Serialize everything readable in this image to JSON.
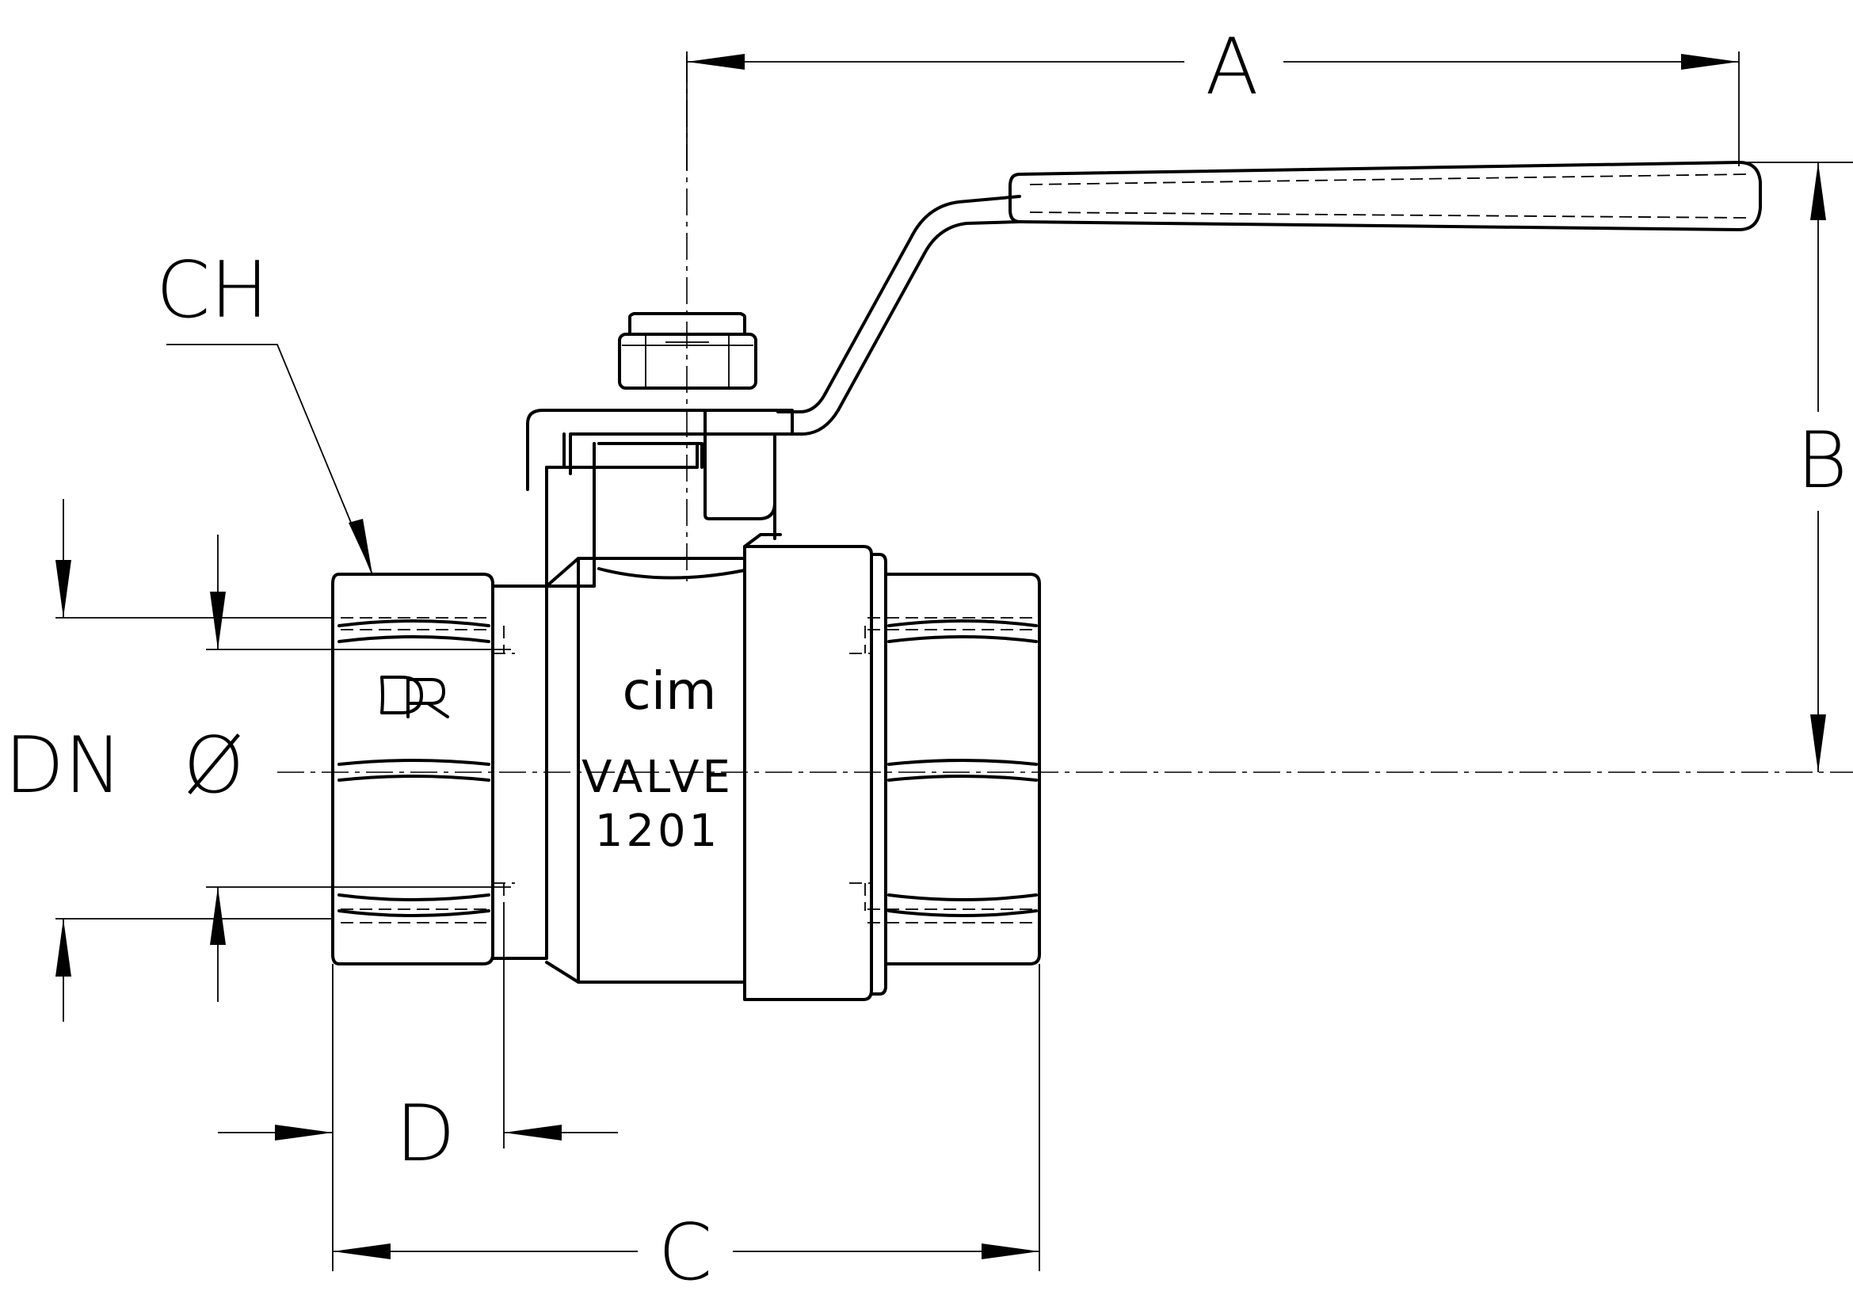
{
  "dimensions": {
    "A": "A",
    "B": "B",
    "C": "C",
    "D": "D",
    "CH": "CH",
    "DN": "DN",
    "diameter": "Ø"
  },
  "engraving": {
    "brand": "cim",
    "line1": "VALVE",
    "line2": "1201",
    "logo_mark": "CR"
  },
  "icons": [
    "ball-valve-drawing",
    "dimension-arrow",
    "cr-logo-mark"
  ],
  "colors": {
    "ink": "#000000",
    "paper": "#ffffff"
  }
}
